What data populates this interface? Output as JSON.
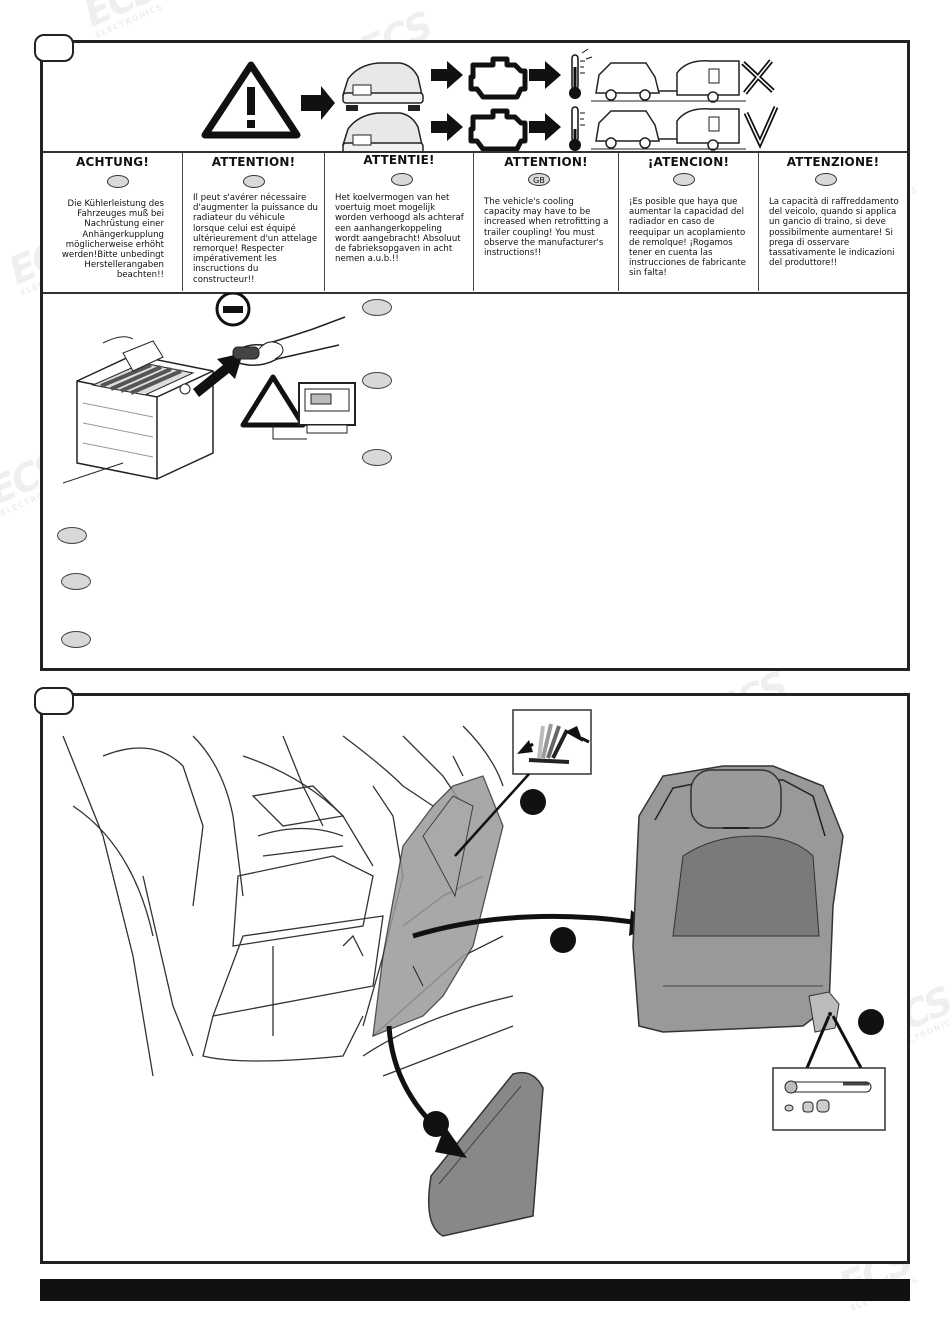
{
  "watermark": {
    "brand": "ECS",
    "sub": "ELECTRONICS"
  },
  "warnings": [
    {
      "heading": "ACHTUNG!",
      "badge": "",
      "text": "Die Kühlerleistung des Fahrzeuges muß bei Nachrüstung einer Anhängerkupplung möglicherweise erhöht werden!Bitte unbedingt Herstellerangaben beachten!!"
    },
    {
      "heading": "ATTENTION!",
      "badge": "",
      "text": "Il peut s'avérer nécessaire d'augmenter la puissance du radiateur du véhicule lorsque celui est équipé ultérieurement d'un attelage remorque! Respecter impérativement les inscructions du constructeur!!"
    },
    {
      "heading": "ATTENTIE!",
      "badge": "",
      "text": "Het koelvermogen van het voertuig moet mogelijk worden verhoogd als achteraf een aanhangerkoppeling wordt aangebracht! Absoluut de fabrieksopgaven in acht nemen a.u.b.!!"
    },
    {
      "heading": "ATTENTION!",
      "badge": "GB",
      "text": "The vehicle's cooling capacity may have to be increased when retrofitting a trailer coupling! You must observe the manufacturer's instructions!!"
    },
    {
      "heading": "¡ATENCION!",
      "badge": "",
      "text": "¡Es posible que haya que aumentar la capacidad del radiador en caso de reequipar un acoplamiento de remolque! ¡Rogamos tener en cuenta las instrucciones de fabricante sin falta!"
    },
    {
      "heading": "ATTENZIONE!",
      "badge": "",
      "text": "La capacità di raffreddamento del veicolo, quando si applica un gancio di traino, si deve possibilmente aumentare! Si prega di osservare tassativamente le indicazioni del produttore!!"
    }
  ],
  "battery_symbol": "minus",
  "step_markers": [
    "cross-icon",
    "check-icon"
  ]
}
